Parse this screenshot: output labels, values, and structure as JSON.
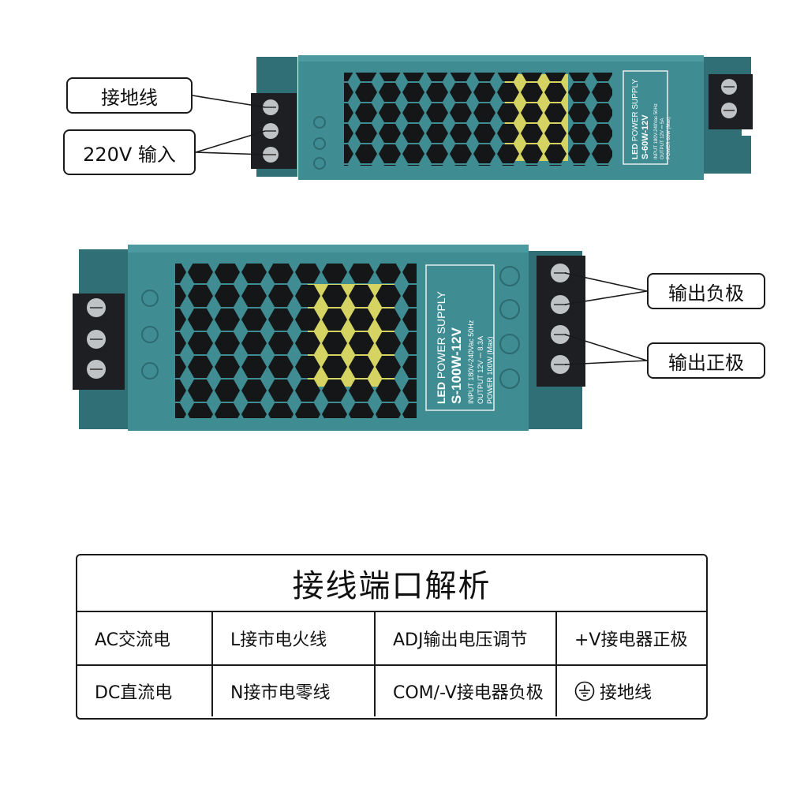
{
  "callouts": {
    "ground_top": "接地线",
    "ac_input": "220V 输入",
    "output_negative": "输出负极",
    "output_positive": "输出正极"
  },
  "psu_top": {
    "brand": "LED",
    "title": "POWER SUPPLY",
    "model": "S-60W-12V",
    "input_label": "INPUT",
    "input_value": "180V-240Vac  50Hz",
    "output_label": "OUTPUT",
    "output_value": "12V ⎓ 5A",
    "power_label": "POWER",
    "power_value": "60W (Max)"
  },
  "psu_bottom": {
    "brand": "LED",
    "title": "POWER SUPPLY",
    "model": "S-100W-12V",
    "input_label": "INPUT",
    "input_value": "180V-240Vac  50Hz",
    "output_label": "OUTPUT",
    "output_value": "12V ⎓ 8.3A",
    "power_label": "POWER",
    "power_value": "100W (Max)"
  },
  "table": {
    "title": "接线端口解析",
    "rows": [
      [
        "AC交流电",
        "L接市电火线",
        "ADJ输出电压调节",
        "+V接电器正极"
      ],
      [
        "DC直流电",
        "N接市电零线",
        "COM/-V接电器负极",
        "接地线"
      ]
    ]
  },
  "colors": {
    "case": "#3f8c92",
    "case_dark": "#2f6f75",
    "terminal": "#1d1f22",
    "pcb_yellow": "#f0e05a"
  }
}
